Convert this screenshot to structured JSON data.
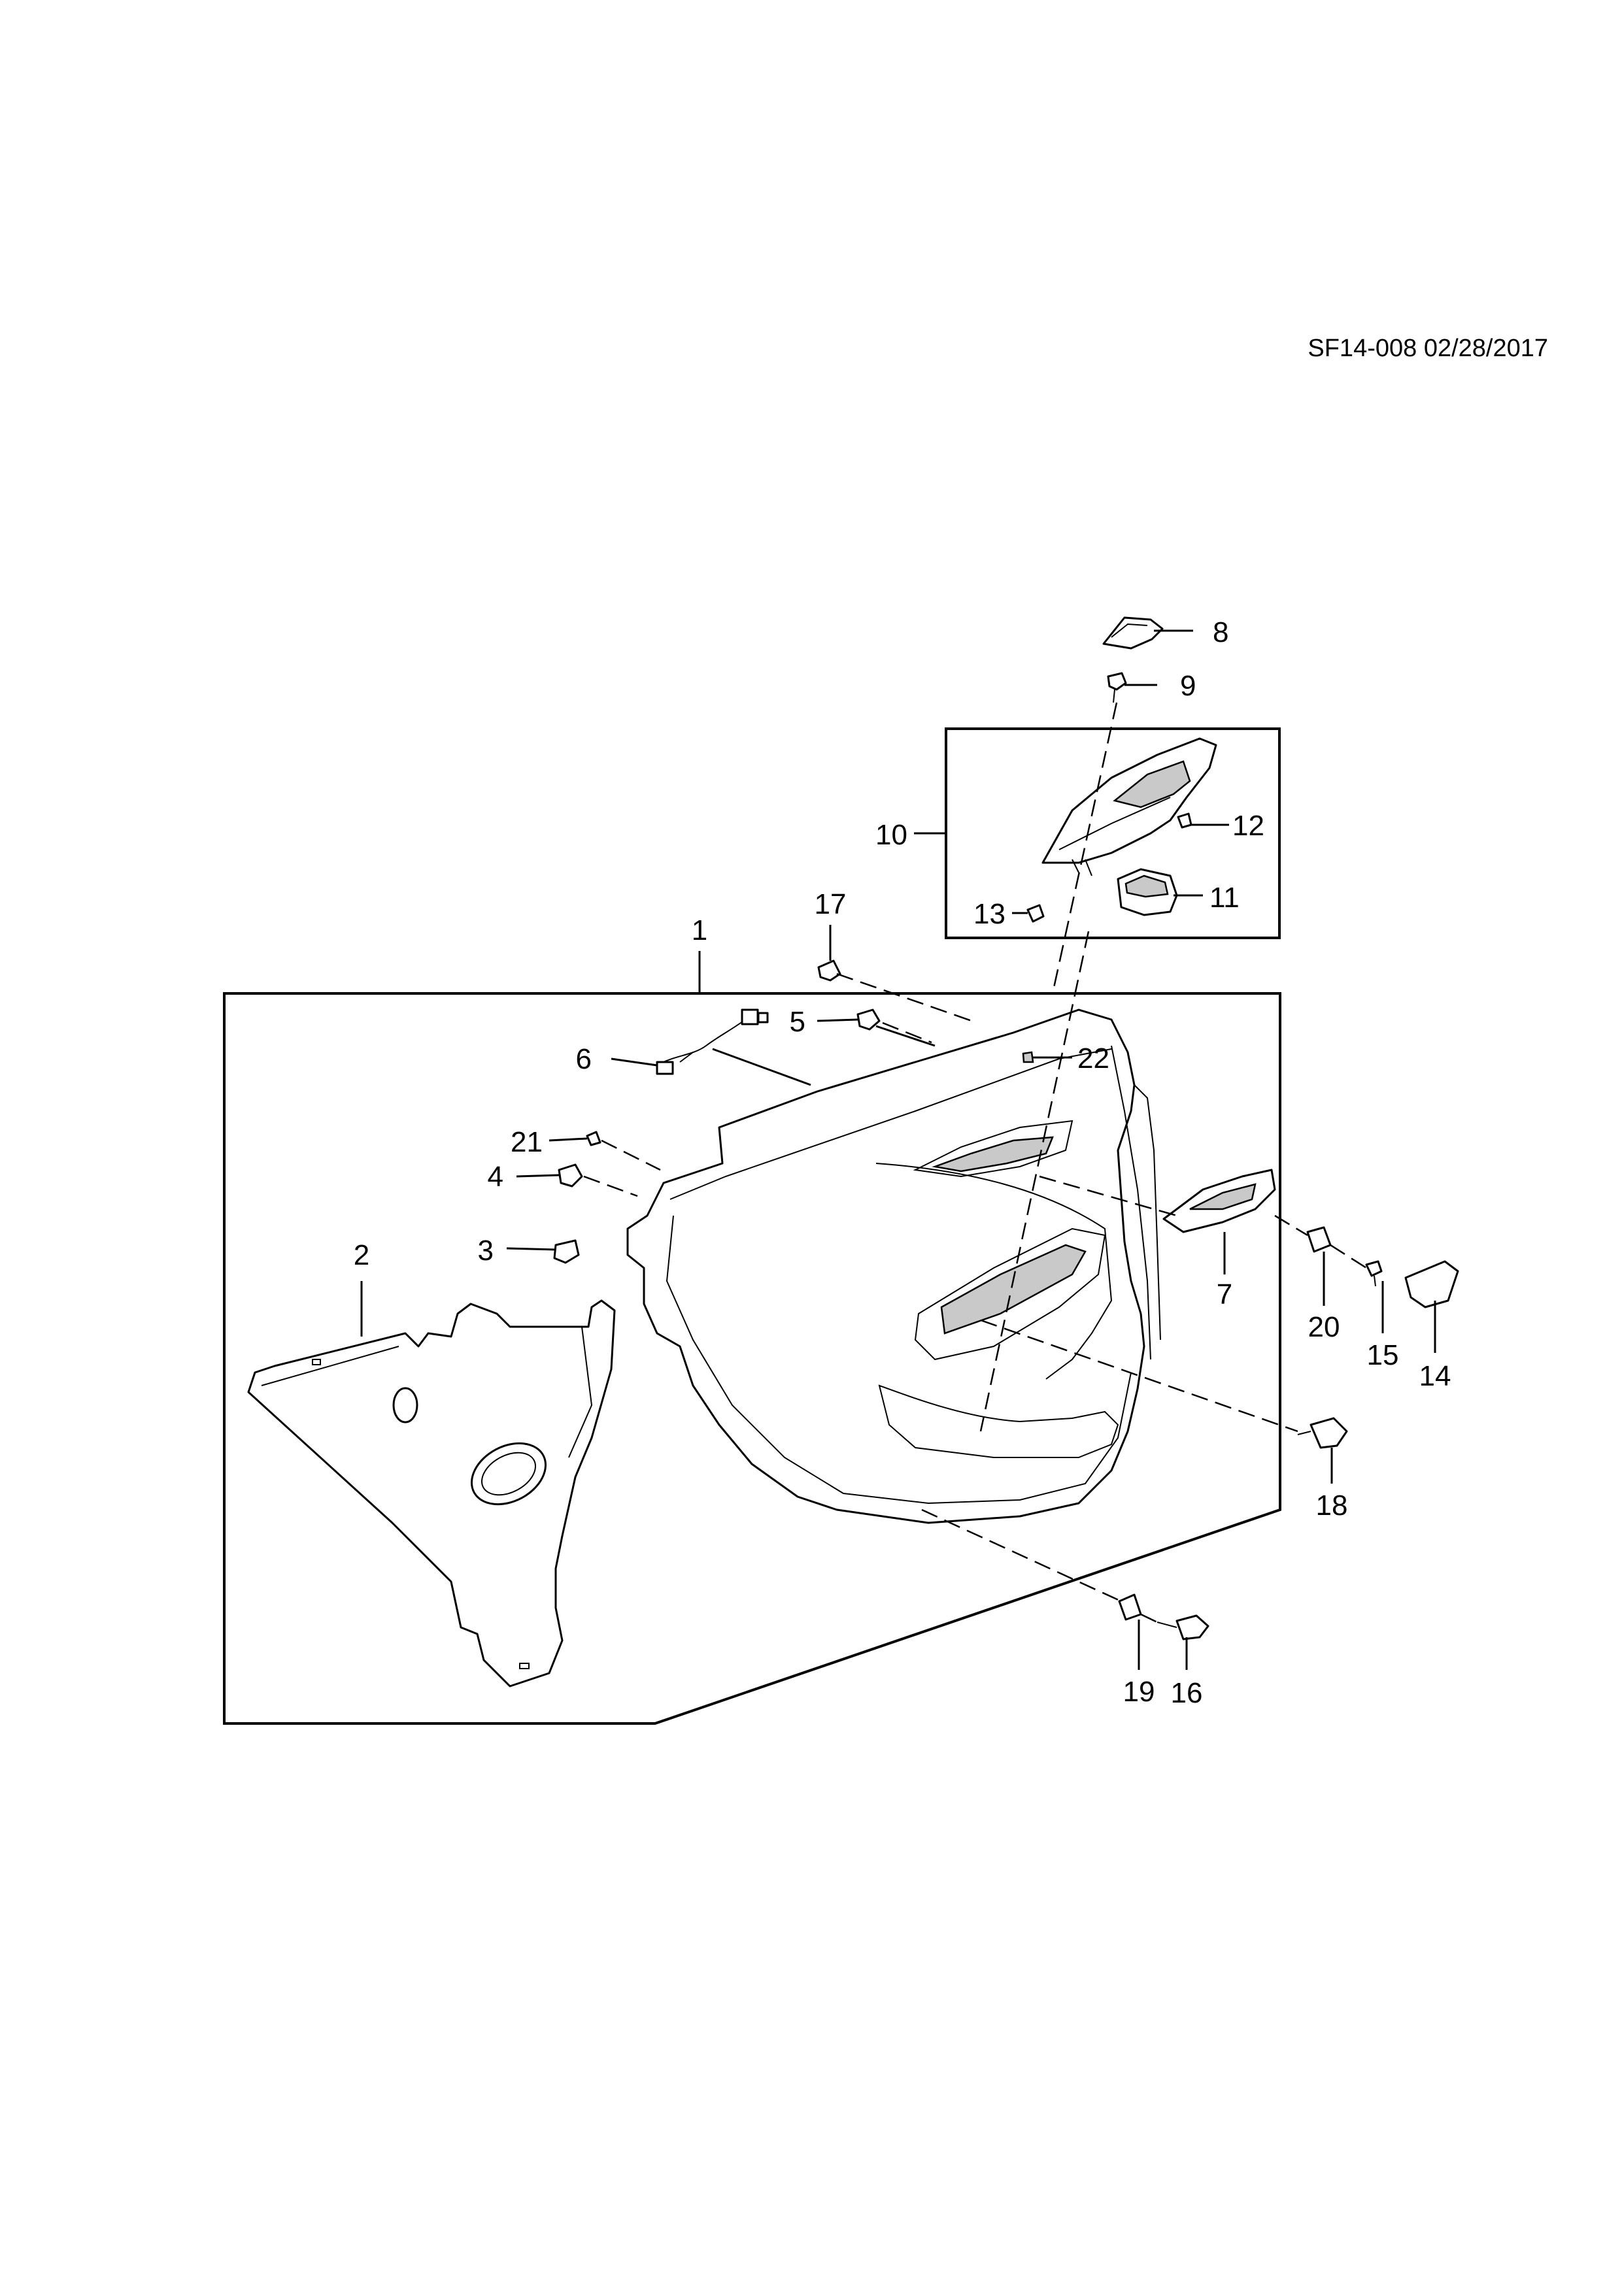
{
  "reference_code": "SF14-008 02/28/2017",
  "callouts": {
    "c1": "1",
    "c2": "2",
    "c3": "3",
    "c4": "4",
    "c5": "5",
    "c6": "6",
    "c7": "7",
    "c8": "8",
    "c9": "9",
    "c10": "10",
    "c11": "11",
    "c12": "12",
    "c13": "13",
    "c14": "14",
    "c15": "15",
    "c16": "16",
    "c17": "17",
    "c18": "18",
    "c19": "19",
    "c20": "20",
    "c21": "21",
    "c22": "22"
  }
}
